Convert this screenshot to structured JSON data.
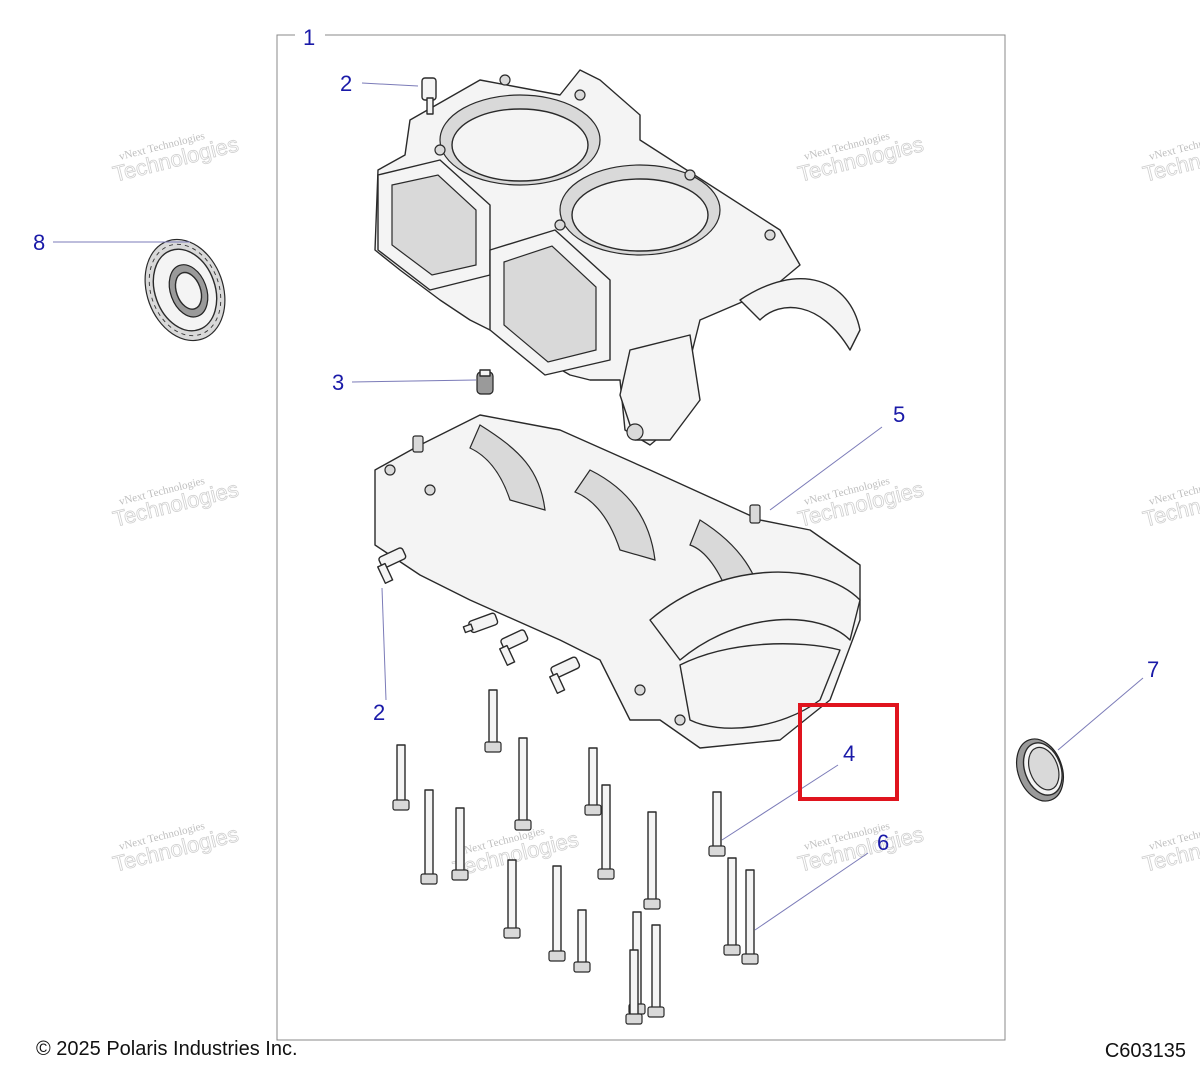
{
  "callouts": {
    "c1": "1",
    "c2a": "2",
    "c2b": "2",
    "c3": "3",
    "c4": "4",
    "c5": "5",
    "c6": "6",
    "c7": "7",
    "c8": "8"
  },
  "watermark": {
    "line1": "vNext Technologies",
    "line2a": "vNext",
    "line2b": "Technologies"
  },
  "footer": {
    "copyright": "© 2025 Polaris Industries Inc.",
    "code": "C603135"
  },
  "colors": {
    "callout_text": "#1a1aa8",
    "highlight_box": "#e0141e"
  }
}
